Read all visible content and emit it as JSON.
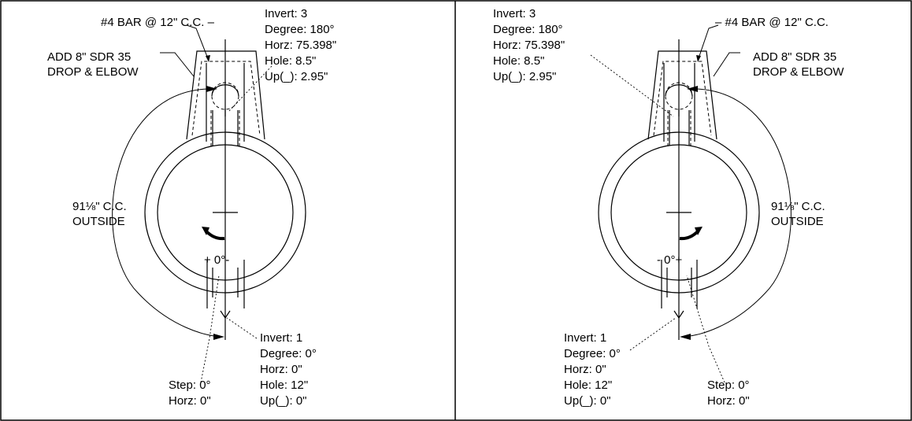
{
  "colors": {
    "ink": "#000000",
    "paper": "#ffffff"
  },
  "panels": [
    {
      "id": "left",
      "rebar_note": "#4 BAR @ 12\" C.C. –",
      "drop_note": [
        "ADD 8\" SDR 35",
        "DROP & ELBOW"
      ],
      "top_invert": [
        "Invert: 3",
        "Degree: 180°",
        "Horz: 75.398\"",
        "Hole: 8.5\"",
        "Up(_): 2.95\""
      ],
      "circumference": [
        "91⅛\" C.C.",
        "OUTSIDE"
      ],
      "zero_mark": "+ 0°-",
      "bottom_invert": [
        "Invert: 1",
        "Degree: 0°",
        "Horz: 0\"",
        "Hole: 12\"",
        "Up(_): 0\""
      ],
      "step": [
        "Step: 0°",
        "Horz: 0\""
      ]
    },
    {
      "id": "right",
      "rebar_note": "– #4 BAR @ 12\" C.C.",
      "drop_note": [
        "ADD 8\" SDR 35",
        "DROP & ELBOW"
      ],
      "top_invert": [
        "Invert: 3",
        "Degree: 180°",
        "Horz: 75.398\"",
        "Hole: 8.5\"",
        "Up(_): 2.95\""
      ],
      "circumference": [
        "91⅛\" C.C.",
        "OUTSIDE"
      ],
      "zero_mark": "- 0°+",
      "bottom_invert": [
        "Invert: 1",
        "Degree: 0°",
        "Horz: 0\"",
        "Hole: 12\"",
        "Up(_): 0\""
      ],
      "step": [
        "Step: 0°",
        "Horz: 0\""
      ]
    }
  ]
}
